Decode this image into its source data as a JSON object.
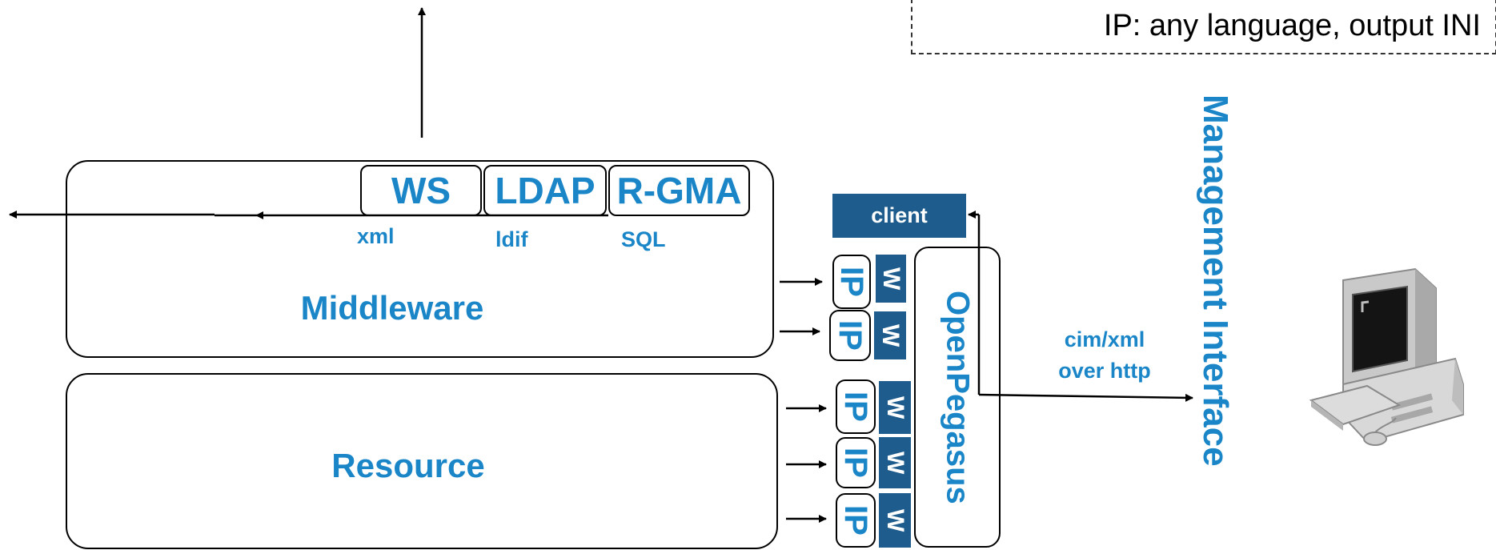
{
  "note": {
    "text": "IP: any language, output INI"
  },
  "middleware": {
    "label": "Middleware",
    "protocols": [
      "WS",
      "LDAP",
      "R-GMA"
    ],
    "formats": [
      "xml",
      "ldif",
      "SQL"
    ]
  },
  "resource": {
    "label": "Resource"
  },
  "client": {
    "label": "client"
  },
  "providers": [
    {
      "ip": "IP",
      "w": "W"
    },
    {
      "ip": "IP",
      "w": "W"
    },
    {
      "ip": "IP",
      "w": "W"
    },
    {
      "ip": "IP",
      "w": "W"
    },
    {
      "ip": "IP",
      "w": "W"
    }
  ],
  "openpegasus": {
    "label": "OpenPegasus"
  },
  "connection": {
    "line1": "cim/xml",
    "line2": "over http"
  },
  "management": {
    "label": "Management Interface"
  },
  "computer": {
    "icon": "computer-icon"
  },
  "colors": {
    "accent_text": "#1a86c8",
    "dark_box": "#1d5c8c"
  }
}
